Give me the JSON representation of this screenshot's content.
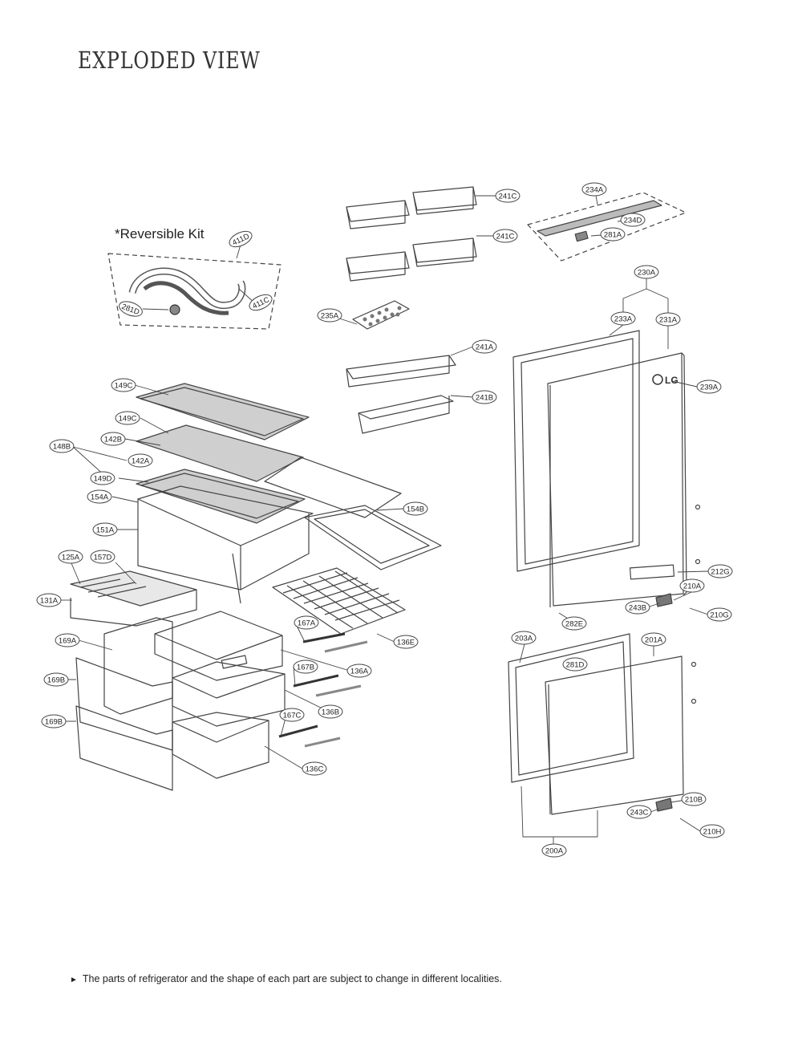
{
  "page_title": "EXPLODED VIEW",
  "kit_title": "*Reversible Kit",
  "brand_logo": "LG",
  "footnote": {
    "marker": "►",
    "text": "The parts of refrigerator and the shape of each part are subject to change in different localities."
  },
  "part_labels": [
    "411D",
    "411C",
    "281D",
    "241C",
    "241C",
    "234A",
    "234D",
    "281A",
    "235A",
    "241A",
    "241B",
    "230A",
    "233A",
    "231A",
    "239A",
    "212G",
    "210A",
    "243B",
    "210G",
    "282E",
    "149C",
    "149C",
    "142B",
    "148B",
    "142A",
    "149D",
    "154A",
    "154B",
    "151A",
    "125A",
    "157D",
    "131A",
    "169A",
    "169B",
    "169B",
    "167A",
    "136E",
    "167B",
    "136A",
    "167C",
    "136B",
    "136C",
    "203A",
    "201A",
    "281D",
    "210B",
    "243C",
    "210H",
    "200A"
  ],
  "colors": {
    "line": "#444444",
    "glass": "#cfcfcf",
    "text": "#222222"
  }
}
